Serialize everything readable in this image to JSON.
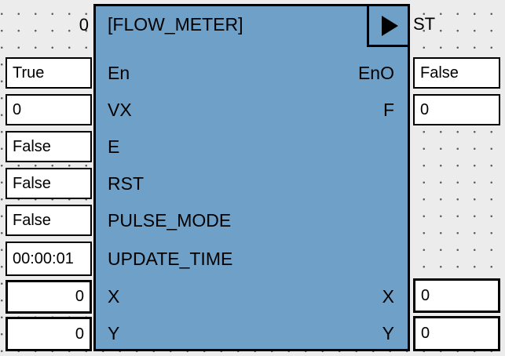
{
  "colors": {
    "block_fill": "#6fa0c8",
    "canvas_bg": "#ececec",
    "border": "#000000",
    "value_box_bg": "#ffffff"
  },
  "block": {
    "title": "[FLOW_METER]",
    "instance_number": "0",
    "top_right_label": "ST",
    "run_icon": "play-triangle-icon",
    "inputs": [
      {
        "pin": "En",
        "value": "True"
      },
      {
        "pin": "VX",
        "value": "0"
      },
      {
        "pin": "E",
        "value": "False"
      },
      {
        "pin": "RST",
        "value": "False"
      },
      {
        "pin": "PULSE_MODE",
        "value": "False"
      },
      {
        "pin": "UPDATE_TIME",
        "value": "00:00:01"
      },
      {
        "pin": "X",
        "value": "0"
      },
      {
        "pin": "Y",
        "value": "0"
      }
    ],
    "outputs": [
      {
        "pin": "EnO",
        "value": "False"
      },
      {
        "pin": "F",
        "value": "0"
      },
      {
        "pin": "X",
        "value": "0"
      },
      {
        "pin": "Y",
        "value": "0"
      }
    ]
  }
}
